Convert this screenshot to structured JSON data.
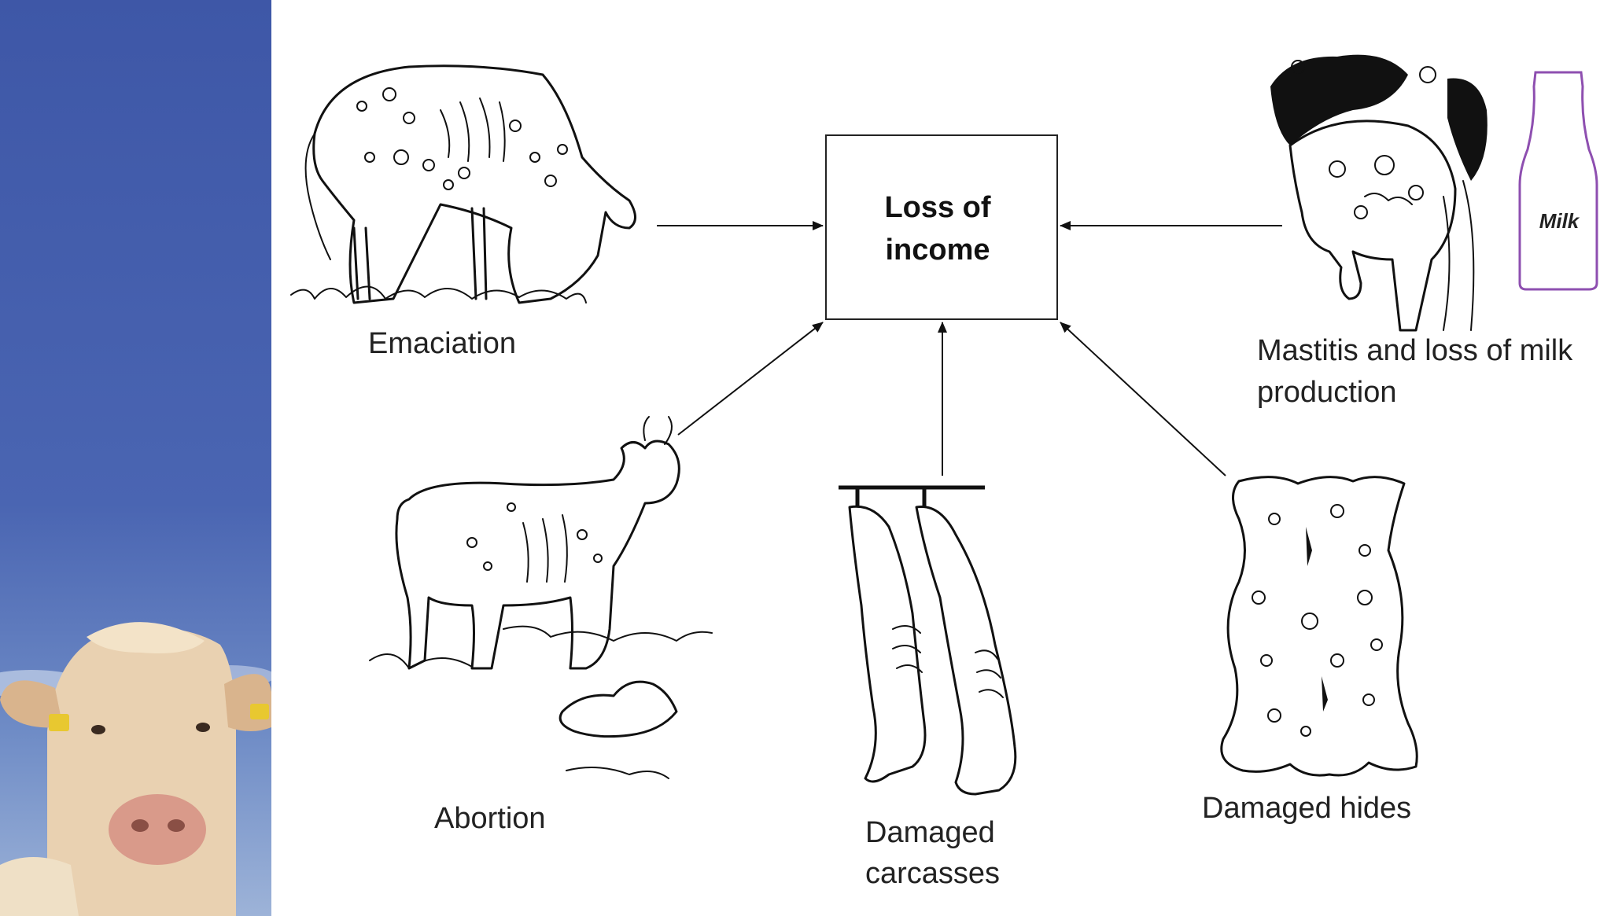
{
  "diagram": {
    "center": {
      "line1": "Loss of",
      "line2": "income"
    },
    "nodes": [
      {
        "id": "emaciation",
        "line1": "Emaciation",
        "line2": ""
      },
      {
        "id": "mastitis",
        "line1": "Mastitis and loss of  milk",
        "line2": "production"
      },
      {
        "id": "abortion",
        "line1": "Abortion",
        "line2": ""
      },
      {
        "id": "carcasses",
        "line1": "Damaged",
        "line2": "carcasses"
      },
      {
        "id": "hides",
        "line1": "Damaged hides",
        "line2": ""
      }
    ],
    "milk_bottle_label": "Milk"
  },
  "colors": {
    "sky_top": "#3f59aa",
    "sky_bottom": "#7a95c9",
    "bottle_outline": "#8e4fb0",
    "ink": "#111111"
  }
}
